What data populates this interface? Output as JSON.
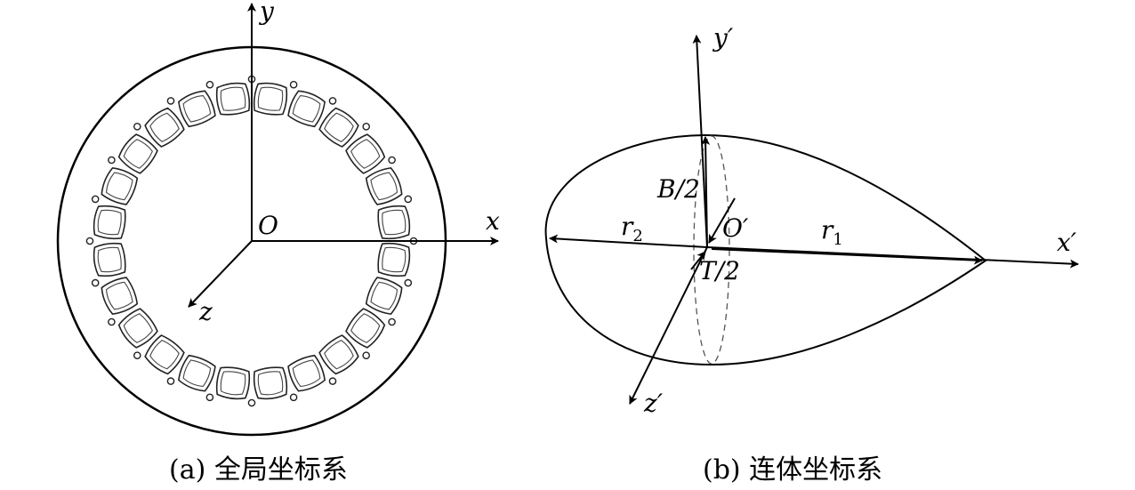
{
  "figure_a": {
    "axis_x": "x",
    "axis_y": "y",
    "axis_z": "z",
    "origin": "O",
    "caption": "(a) 全局坐标系",
    "cell_count": 24
  },
  "figure_b": {
    "axis_x": "x′",
    "axis_y": "y′",
    "axis_z": "z′",
    "origin": "O′",
    "half_width": "B/2",
    "half_thickness": "T/2",
    "radius_1": "r",
    "radius_1_sub": "1",
    "radius_2": "r",
    "radius_2_sub": "2",
    "caption": "(b) 连体坐标系"
  },
  "colors": {
    "stroke": "#000000",
    "background": "#ffffff"
  }
}
